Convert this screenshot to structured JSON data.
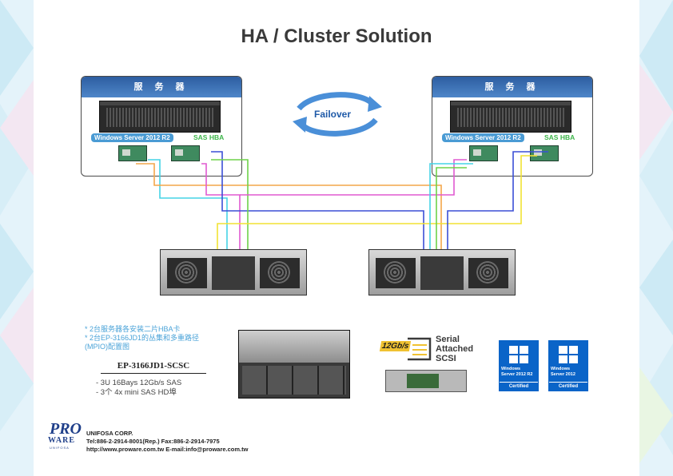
{
  "title": "HA / Cluster Solution",
  "servers": [
    {
      "header": "服 务 器",
      "os_label": "Windows Server 2012 R2",
      "hba_label": "SAS HBA"
    },
    {
      "header": "服 务 器",
      "os_label": "Windows Server 2012 R2",
      "hba_label": "SAS HBA"
    }
  ],
  "failover_label": "Failover",
  "notes": [
    "* 2台服务器各安装二片HBA卡",
    "* 2台EP-3166JD1的丛集和多重路径",
    "(MPIO)配置图"
  ],
  "model": "EP-3166JD1-SCSC",
  "specs": [
    "- 3U 16Bays 12Gb/s SAS",
    "- 3个 4x mini SAS HD埠"
  ],
  "sas_logo": {
    "speed": "12Gb/s",
    "line1": "Serial",
    "line2": "Attached",
    "line3": "SCSI"
  },
  "certs": [
    {
      "line1": "Windows",
      "line2": "Server 2012 R2",
      "badge": "Certified"
    },
    {
      "line1": "Windows",
      "line2": "Server 2012",
      "badge": "Certified"
    }
  ],
  "logo": {
    "pro": "PRO",
    "ware": "WARE",
    "sub": "UNIFOSA"
  },
  "contact": {
    "company": "UNIFOSA CORP.",
    "phone": "Tel:886-2-2914-8001(Rep.) Fax:886-2-2914-7975",
    "web": "http://www.proware.com.tw E-mail:info@proware.com.tw"
  },
  "colors": {
    "cyan": "#45d3e6",
    "orange": "#f4a64a",
    "magenta": "#e05ad1",
    "blue": "#3b4fd6",
    "yellow": "#f2e233",
    "green": "#6ed24a"
  }
}
